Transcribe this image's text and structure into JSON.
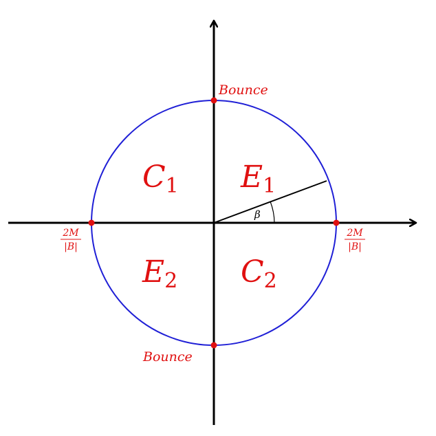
{
  "colors": {
    "axes": "#000000",
    "circle": "#1f1fd6",
    "labels": "#e01010",
    "points": "#e01010",
    "ray": "#000000"
  },
  "labels": {
    "bounce_top": "Bounce",
    "bounce_bottom": "Bounce",
    "right_frac_num": "2M",
    "right_frac_den": "|B|",
    "left_frac_num": "2M",
    "left_frac_den": "|B|",
    "angle": "β"
  },
  "regions": {
    "c1": {
      "main": "C",
      "sub": "1"
    },
    "e1": {
      "main": "E",
      "sub": "1"
    },
    "e2": {
      "main": "E",
      "sub": "2"
    },
    "c2": {
      "main": "C",
      "sub": "2"
    }
  }
}
